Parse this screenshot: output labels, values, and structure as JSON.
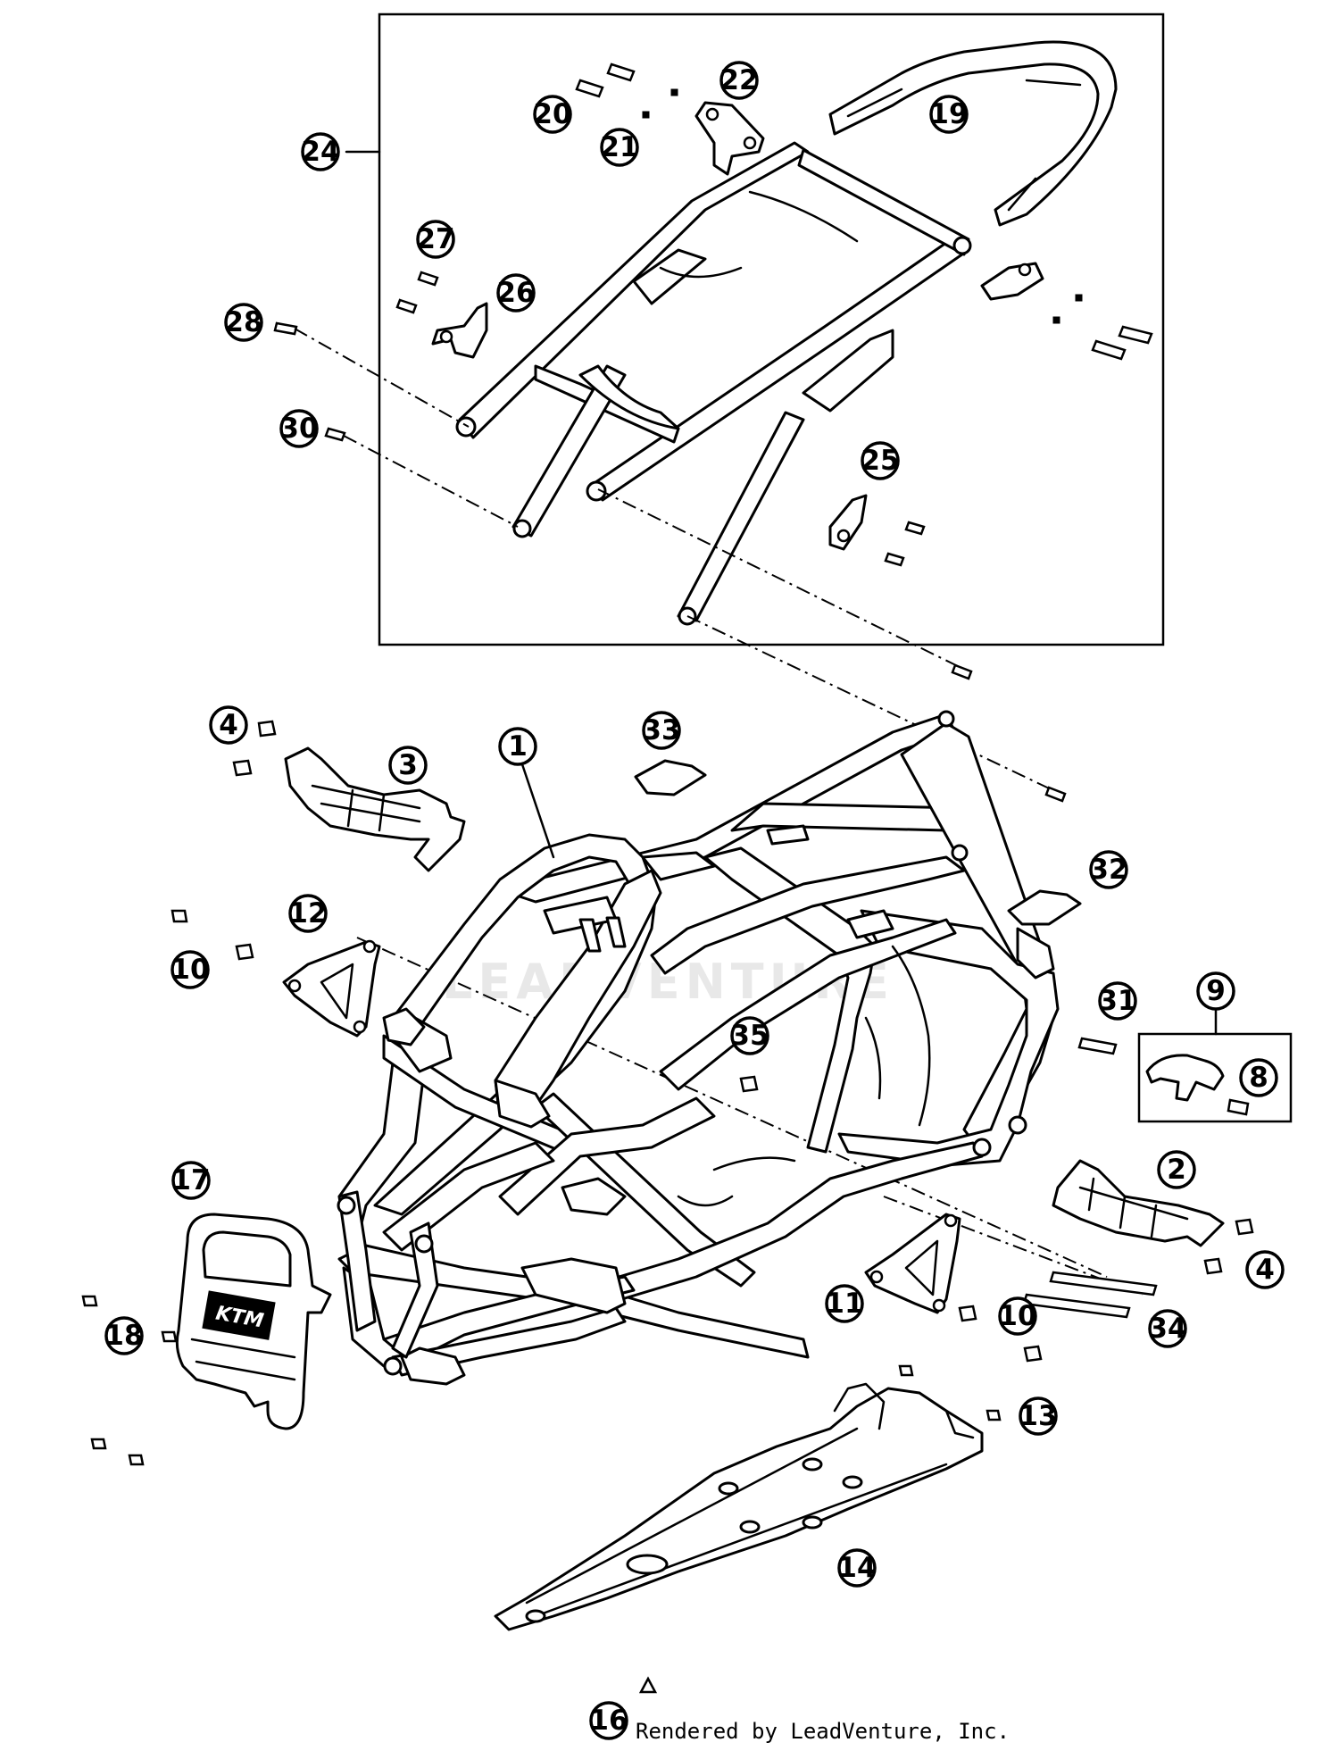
{
  "diagram": {
    "callouts": [
      "1",
      "2",
      "3",
      "4",
      "4",
      "8",
      "9",
      "10",
      "10",
      "11",
      "12",
      "13",
      "14",
      "16",
      "17",
      "18",
      "19",
      "20",
      "21",
      "22",
      "24",
      "25",
      "26",
      "27",
      "28",
      "30",
      "31",
      "32",
      "33",
      "34",
      "35"
    ],
    "watermark": "LEADVENTURE",
    "logo_text": "KTM"
  },
  "footer": {
    "text": "Rendered by LeadVenture, Inc."
  }
}
